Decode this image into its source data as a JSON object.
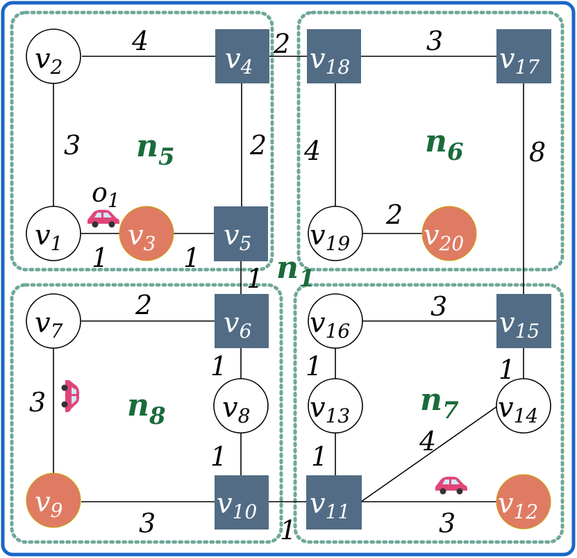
{
  "colors": {
    "frame": "#1a66c7",
    "region_border": "#6fa89a",
    "region_label": "#1a6b3c",
    "square_node": "#526c85",
    "orange_node": "#e07b63",
    "car": "#e0457a"
  },
  "regions": {
    "n5": {
      "letter": "n",
      "sub": "5"
    },
    "n6": {
      "letter": "n",
      "sub": "6"
    },
    "n7": {
      "letter": "n",
      "sub": "7"
    },
    "n8": {
      "letter": "n",
      "sub": "8"
    },
    "n1": {
      "letter": "n",
      "sub": "1"
    }
  },
  "obstacle": {
    "letter": "o",
    "sub": "1"
  },
  "nodes": {
    "v1": {
      "letter": "v",
      "sub": "1",
      "kind": "plain"
    },
    "v2": {
      "letter": "v",
      "sub": "2",
      "kind": "plain"
    },
    "v3": {
      "letter": "v",
      "sub": "3",
      "kind": "orange"
    },
    "v4": {
      "letter": "v",
      "sub": "4",
      "kind": "square"
    },
    "v5": {
      "letter": "v",
      "sub": "5",
      "kind": "square"
    },
    "v6": {
      "letter": "v",
      "sub": "6",
      "kind": "square"
    },
    "v7": {
      "letter": "v",
      "sub": "7",
      "kind": "plain"
    },
    "v8": {
      "letter": "v",
      "sub": "8",
      "kind": "plain"
    },
    "v9": {
      "letter": "v",
      "sub": "9",
      "kind": "orange"
    },
    "v10": {
      "letter": "v",
      "sub": "10",
      "kind": "square"
    },
    "v11": {
      "letter": "v",
      "sub": "11",
      "kind": "square"
    },
    "v12": {
      "letter": "v",
      "sub": "12",
      "kind": "orange"
    },
    "v13": {
      "letter": "v",
      "sub": "13",
      "kind": "plain"
    },
    "v14": {
      "letter": "v",
      "sub": "14",
      "kind": "plain"
    },
    "v15": {
      "letter": "v",
      "sub": "15",
      "kind": "square"
    },
    "v16": {
      "letter": "v",
      "sub": "16",
      "kind": "plain"
    },
    "v17": {
      "letter": "v",
      "sub": "17",
      "kind": "square"
    },
    "v18": {
      "letter": "v",
      "sub": "18",
      "kind": "square"
    },
    "v19": {
      "letter": "v",
      "sub": "19",
      "kind": "plain"
    },
    "v20": {
      "letter": "v",
      "sub": "20",
      "kind": "orange"
    }
  },
  "edges": [
    {
      "from": "v2",
      "to": "v4",
      "weight": "4"
    },
    {
      "from": "v2",
      "to": "v1",
      "weight": "3"
    },
    {
      "from": "v4",
      "to": "v5",
      "weight": "2"
    },
    {
      "from": "v1",
      "to": "v3",
      "weight": "1"
    },
    {
      "from": "v3",
      "to": "v5",
      "weight": "1"
    },
    {
      "from": "v4",
      "to": "v18",
      "weight": "2"
    },
    {
      "from": "v18",
      "to": "v17",
      "weight": "3"
    },
    {
      "from": "v18",
      "to": "v19",
      "weight": "4"
    },
    {
      "from": "v17",
      "to": "v15",
      "weight": "8"
    },
    {
      "from": "v19",
      "to": "v20",
      "weight": "2"
    },
    {
      "from": "v5",
      "to": "v6",
      "weight": "1"
    },
    {
      "from": "v7",
      "to": "v6",
      "weight": "2"
    },
    {
      "from": "v7",
      "to": "v9",
      "weight": "3"
    },
    {
      "from": "v6",
      "to": "v8",
      "weight": "1"
    },
    {
      "from": "v8",
      "to": "v10",
      "weight": "1"
    },
    {
      "from": "v9",
      "to": "v10",
      "weight": "3"
    },
    {
      "from": "v10",
      "to": "v11",
      "weight": "1"
    },
    {
      "from": "v16",
      "to": "v15",
      "weight": "3"
    },
    {
      "from": "v16",
      "to": "v13",
      "weight": "1"
    },
    {
      "from": "v15",
      "to": "v14",
      "weight": "1"
    },
    {
      "from": "v13",
      "to": "v11",
      "weight": "1"
    },
    {
      "from": "v11",
      "to": "v14",
      "weight": "4"
    },
    {
      "from": "v11",
      "to": "v12",
      "weight": "3"
    }
  ]
}
